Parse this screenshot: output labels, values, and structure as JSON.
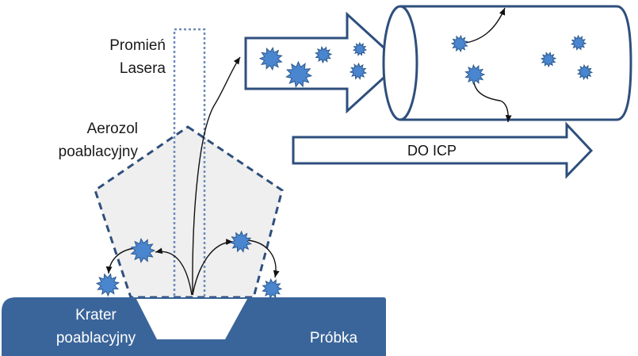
{
  "labels": {
    "laser": [
      "Promień",
      "Lasera"
    ],
    "aerosol": [
      "Aerozol",
      "poablacyjny"
    ],
    "crater": [
      "Krater",
      "poablacyjny"
    ],
    "sample": "Próbka",
    "to_icp": "DO ICP"
  },
  "colors": {
    "sample_fill": "#3a659a",
    "particle_fill": "#4a86cf",
    "particle_stroke": "#2d5a8e",
    "aerosol_fill": "#efefef",
    "aerosol_stroke": "#2e4f7d",
    "laser_stroke": "#6b8db8",
    "arrow_stroke": "#2e4f7d"
  },
  "icons": {
    "particle": "spiky-particle-icon"
  }
}
